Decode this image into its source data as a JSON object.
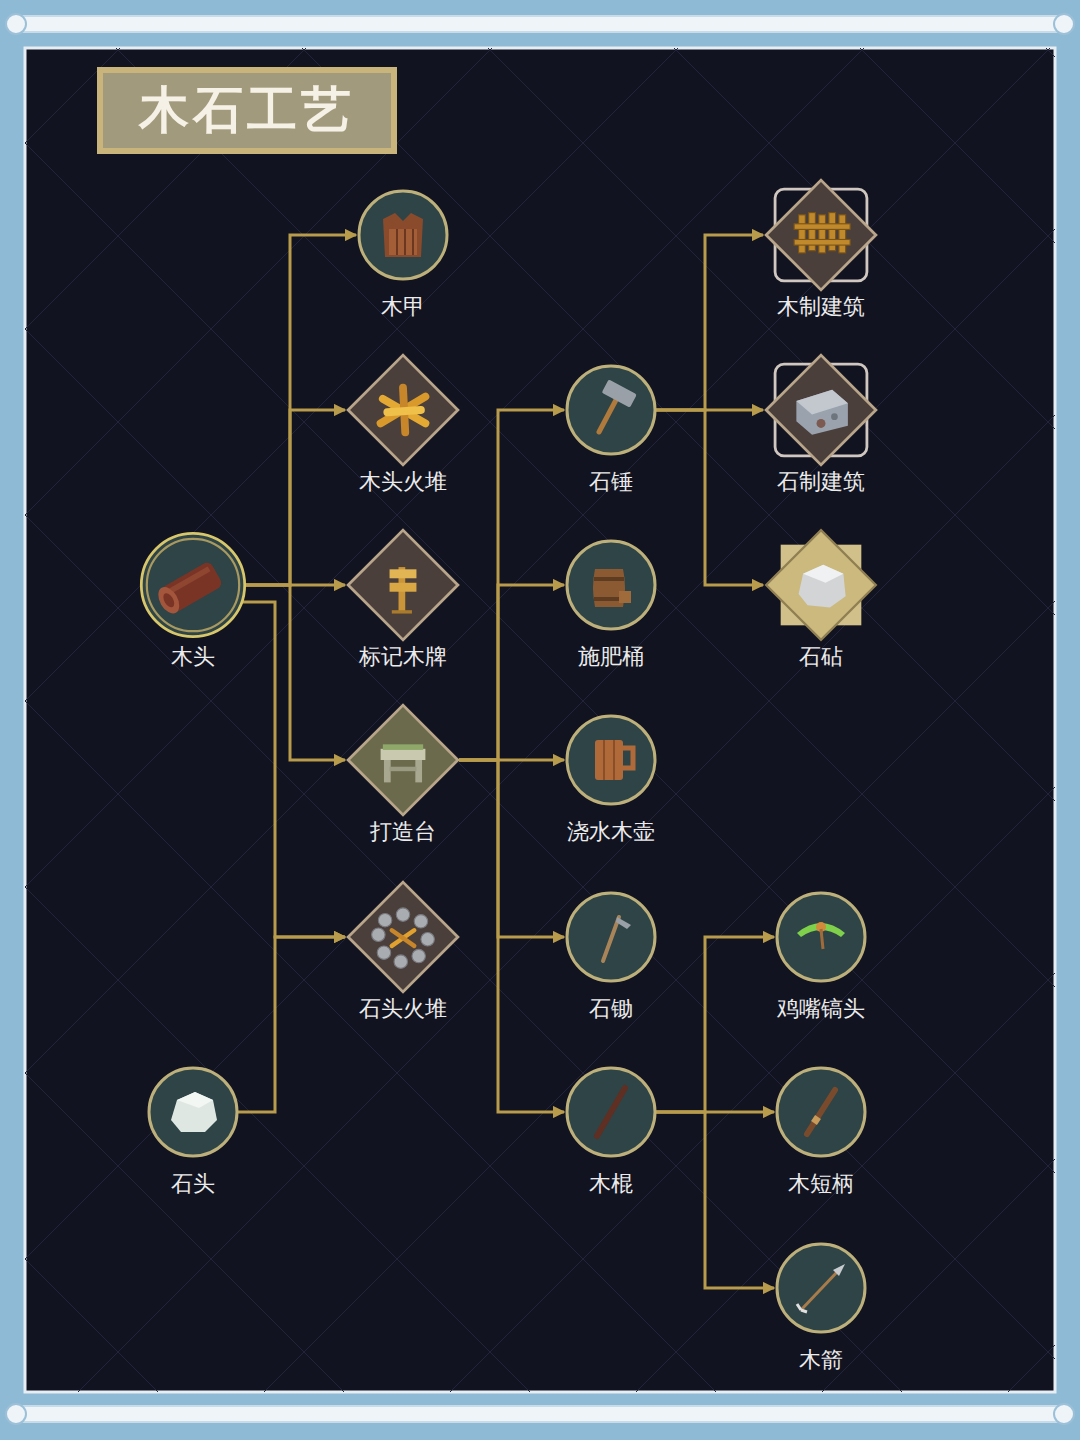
{
  "diagram": {
    "title": "木石工艺",
    "nodes": [
      {
        "text": [
          "木头"
        ]
      },
      {
        "text": [
          "石头"
        ]
      },
      {
        "text": [
          "木甲"
        ]
      },
      {
        "text": [
          "木头火堆"
        ]
      },
      {
        "text": [
          "标记木牌"
        ]
      },
      {
        "text": [
          "打造台"
        ]
      },
      {
        "text": [
          "石头火堆"
        ]
      },
      {
        "text": [
          "石锤"
        ]
      },
      {
        "text": [
          "施肥桶"
        ]
      },
      {
        "text": [
          "浇水木壶"
        ]
      },
      {
        "text": [
          "石锄"
        ]
      },
      {
        "text": [
          "木棍"
        ]
      },
      {
        "text": [
          "木制建筑"
        ]
      },
      {
        "text": [
          "石制建筑"
        ]
      },
      {
        "text": [
          "石砧"
        ]
      },
      {
        "text": [
          "鸡嘴镐头"
        ]
      },
      {
        "text": [
          "木短柄"
        ]
      },
      {
        "text": [
          "木箭"
        ]
      }
    ],
    "edges": [
      {
        "from": 0,
        "to": 2,
        "arrow": "to"
      },
      {
        "from": 0,
        "to": 3,
        "arrow": "to"
      },
      {
        "from": 0,
        "to": 4,
        "arrow": "to"
      },
      {
        "from": 0,
        "to": 5,
        "arrow": "to"
      },
      {
        "from": 0,
        "to": 6,
        "arrow": "to"
      },
      {
        "from": 1,
        "to": 6,
        "arrow": "to"
      },
      {
        "from": 5,
        "to": 7,
        "arrow": "to"
      },
      {
        "from": 5,
        "to": 8,
        "arrow": "to"
      },
      {
        "from": 5,
        "to": 9,
        "arrow": "to"
      },
      {
        "from": 5,
        "to": 10,
        "arrow": "to"
      },
      {
        "from": 5,
        "to": 11,
        "arrow": "to"
      },
      {
        "from": 7,
        "to": 12,
        "arrow": "to"
      },
      {
        "from": 7,
        "to": 13,
        "arrow": "to"
      },
      {
        "from": 7,
        "to": 14,
        "arrow": "to"
      },
      {
        "from": 11,
        "to": 15,
        "arrow": "to"
      },
      {
        "from": 11,
        "to": 16,
        "arrow": "to"
      },
      {
        "from": 11,
        "to": 17,
        "arrow": "to"
      }
    ]
  }
}
